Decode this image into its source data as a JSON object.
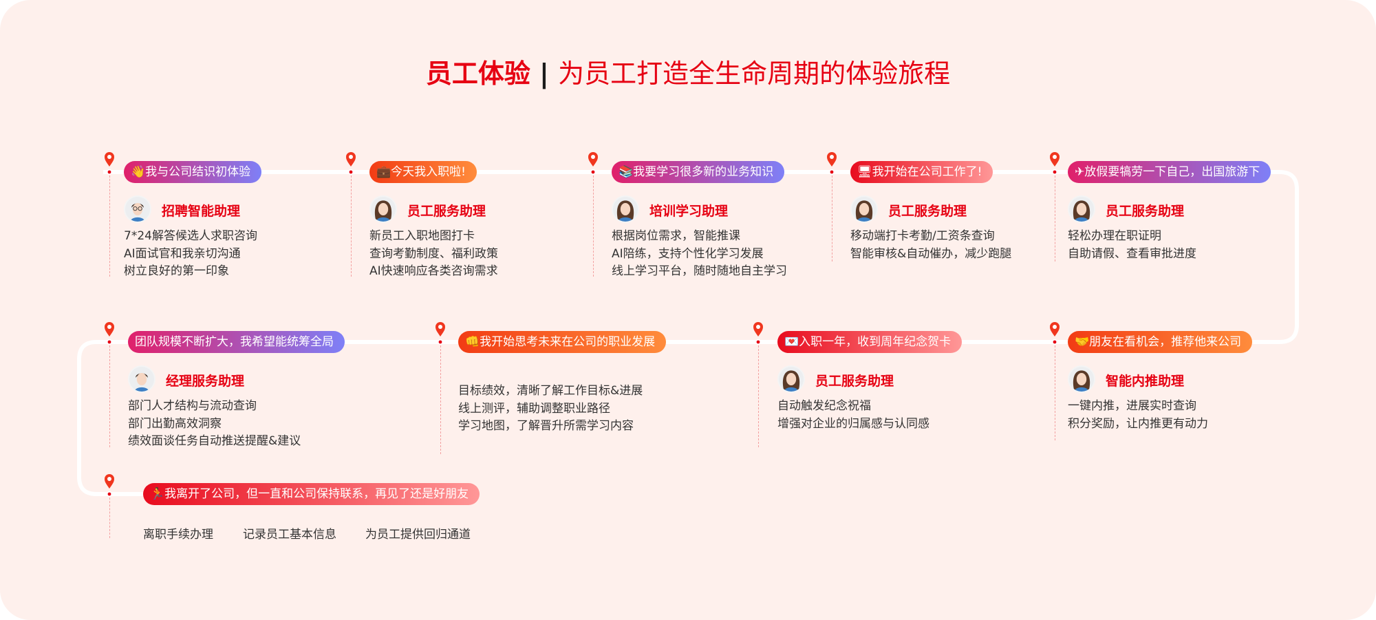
{
  "title": {
    "highlight": "员工体验",
    "separator": " | ",
    "rest": "为员工打造全生命周期的体验旅程"
  },
  "stages": [
    {
      "emoji": "👋",
      "label": "我与公司结识初体验",
      "gradient": "pink-purple",
      "assistant": "招聘智能助理",
      "avatar": "boy-glasses",
      "lines": [
        "7*24解答候选人求职咨询",
        "AI面试官和我亲切沟通",
        "树立良好的第一印象"
      ]
    },
    {
      "emoji": "💼",
      "label": "今天我入职啦!",
      "gradient": "orange",
      "assistant": "员工服务助理",
      "avatar": "girl",
      "lines": [
        "新员工入职地图打卡",
        "查询考勤制度、福利政策",
        "AI快速响应各类咨询需求"
      ]
    },
    {
      "emoji": "📚",
      "label": "我要学习很多新的业务知识",
      "gradient": "pink-purple",
      "assistant": "培训学习助理",
      "avatar": "girl",
      "lines": [
        "根据岗位需求，智能推课",
        "AI陪练，支持个性化学习发展",
        "线上学习平台，随时随地自主学习"
      ]
    },
    {
      "emoji": "🖥",
      "label": "我开始在公司工作了!",
      "gradient": "red-pink",
      "assistant": "员工服务助理",
      "avatar": "girl",
      "lines": [
        "移动端打卡考勤/工资条查询",
        "智能审核&自动催办，减少跑腿"
      ]
    },
    {
      "emoji": "✈",
      "label": "放假要犒劳一下自己，出国旅游下",
      "gradient": "pink-purple",
      "assistant": "员工服务助理",
      "avatar": "girl",
      "lines": [
        "轻松办理在职证明",
        "自助请假、查看审批进度"
      ]
    },
    {
      "emoji": "",
      "label": "团队规模不断扩大，我希望能统筹全局",
      "gradient": "pink-purple",
      "assistant": "经理服务助理",
      "avatar": "man",
      "lines": [
        "部门人才结构与流动查询",
        "部门出勤高效洞察",
        "绩效面谈任务自动推送提醒&建议"
      ]
    },
    {
      "emoji": "👊",
      "label": "我开始思考未来在公司的职业发展",
      "gradient": "orange",
      "assistant": "",
      "avatar": "",
      "lines": [
        "目标绩效，清晰了解工作目标&进展",
        "线上测评，辅助调整职业路径",
        "学习地图，了解晋升所需学习内容"
      ]
    },
    {
      "emoji": "💌",
      "label": "入职一年，收到周年纪念贺卡",
      "gradient": "red-pink",
      "assistant": "员工服务助理",
      "avatar": "girl",
      "lines": [
        "自动触发纪念祝福",
        "增强对企业的归属感与认同感"
      ]
    },
    {
      "emoji": "🤝",
      "label": "朋友在看机会，推荐他来公司",
      "gradient": "orange",
      "assistant": "智能内推助理",
      "avatar": "girl-short",
      "lines": [
        "一键内推，进展实时查询",
        "积分奖励，让内推更有动力"
      ]
    }
  ],
  "farewell": {
    "emoji": "🏃",
    "label": "我离开了公司，但一直和公司保持联系，再见了还是好朋友",
    "gradient": "red-pink",
    "items": [
      "离职手续办理",
      "记录员工基本信息",
      "为员工提供回归通道"
    ]
  },
  "colors": {
    "accent": "#e60012",
    "background": "#fef0ec"
  }
}
